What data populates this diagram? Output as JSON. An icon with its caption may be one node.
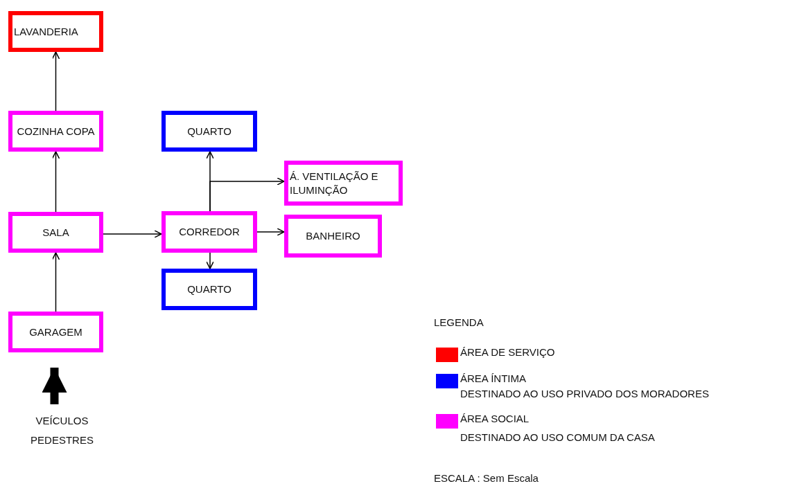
{
  "diagram": {
    "nodes": [
      {
        "text": [
          "LAVANDERIA"
        ]
      },
      {
        "text": [
          "COZINHA COPA"
        ]
      },
      {
        "text": [
          "SALA"
        ]
      },
      {
        "text": [
          "GARAGEM"
        ]
      },
      {
        "text": [
          "QUARTO"
        ]
      },
      {
        "text": [
          "Á. VENTILAÇÃO E ILUMINÇÃO"
        ]
      },
      {
        "text": [
          "CORREDOR"
        ]
      },
      {
        "text": [
          "BANHEIRO"
        ]
      },
      {
        "text": [
          "QUARTO"
        ]
      },
      {
        "text": [
          "VEÍCULOS PEDESTRES"
        ]
      }
    ],
    "edges": [
      {
        "from": 3,
        "to": 2,
        "arrow": "to"
      },
      {
        "from": 2,
        "to": 1,
        "arrow": "to"
      },
      {
        "from": 1,
        "to": 0,
        "arrow": "to"
      },
      {
        "from": 2,
        "to": 6,
        "arrow": "to"
      },
      {
        "from": 6,
        "to": 4,
        "arrow": "to"
      },
      {
        "from": 6,
        "to": 5,
        "arrow": "to"
      },
      {
        "from": 6,
        "to": 7,
        "arrow": "to"
      },
      {
        "from": 6,
        "to": 8,
        "arrow": "to"
      },
      {
        "from": 9,
        "to": 3,
        "arrow": "to",
        "style": "thick"
      }
    ],
    "labels": [
      "LEGENDA",
      "DESTINADO AO USO PRIVADO DOS MORADORES",
      "DESTINADO AO USO COMUM DA CASA",
      "ESCALA : Sem Escala"
    ],
    "legend": [
      {
        "text": "ÁREA DE SERVIÇO",
        "color": "#ff0000"
      },
      {
        "text": "ÁREA ÍNTIMA",
        "color": "#0000ff"
      },
      {
        "text": "ÁREA SOCIAL",
        "color": "#ff00ff"
      }
    ]
  }
}
